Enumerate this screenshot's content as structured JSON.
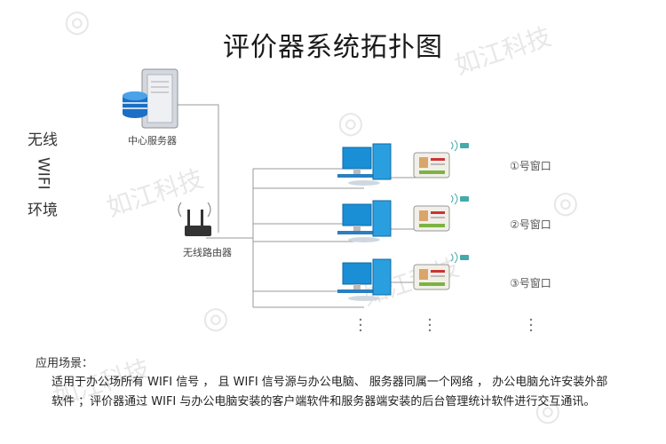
{
  "title": "评价器系统拓扑图",
  "side_label": [
    "无线",
    "WIFI",
    "环境"
  ],
  "server_label": "中心服务器",
  "router_label": "无线路由器",
  "windows": [
    "①号窗口",
    "②号窗口",
    "③号窗口"
  ],
  "watermark": "如江科技",
  "scene": {
    "title": "应用场景：",
    "lines": [
      "适用于办公场所有 WIFI 信号 ， 且 WIFI 信号源与办公电脑、 服务器同属一个网络 ， 办公电脑允许安装外部",
      "软件 ；评价器通过 WIFI 与办公电脑安装的客户端软件和服务器端安装的后台管理统计软件进行交互通讯。"
    ]
  },
  "colors": {
    "line": "#999999",
    "monitor": "#1a8fd6",
    "tower": "#2a9fe0",
    "tablet_screen": "#d9a56a"
  }
}
